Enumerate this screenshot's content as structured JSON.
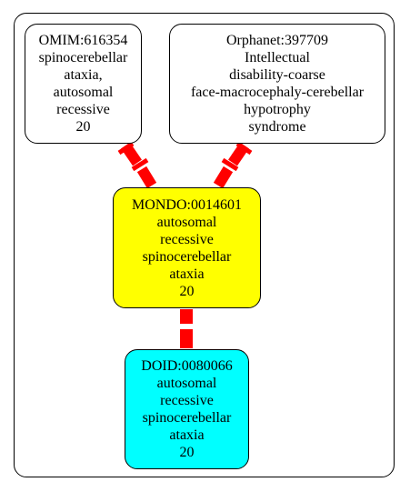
{
  "diagram": {
    "type": "ontology-mapping-graph",
    "edge_color": "#ff0000",
    "nodes": {
      "omim": {
        "id": "OMIM:616354",
        "lines": [
          "spinocerebellar",
          "ataxia,",
          "autosomal",
          "recessive",
          "20"
        ],
        "fill": "#ffffff"
      },
      "orphanet": {
        "id": "Orphanet:397709",
        "lines": [
          "Intellectual",
          "disability-coarse",
          "face-macrocephaly-cerebellar",
          "hypotrophy",
          "syndrome"
        ],
        "fill": "#ffffff"
      },
      "mondo": {
        "id": "MONDO:0014601",
        "lines": [
          "autosomal",
          "recessive",
          "spinocerebellar",
          "ataxia",
          "20"
        ],
        "fill": "#ffff00"
      },
      "doid": {
        "id": "DOID:0080066",
        "lines": [
          "autosomal",
          "recessive",
          "spinocerebellar",
          "ataxia",
          "20"
        ],
        "fill": "#00ffff"
      }
    },
    "edges": [
      {
        "from": "OMIM:616354",
        "to": "MONDO:0014601"
      },
      {
        "from": "Orphanet:397709",
        "to": "MONDO:0014601"
      },
      {
        "from": "MONDO:0014601",
        "to": "DOID:0080066"
      }
    ]
  }
}
